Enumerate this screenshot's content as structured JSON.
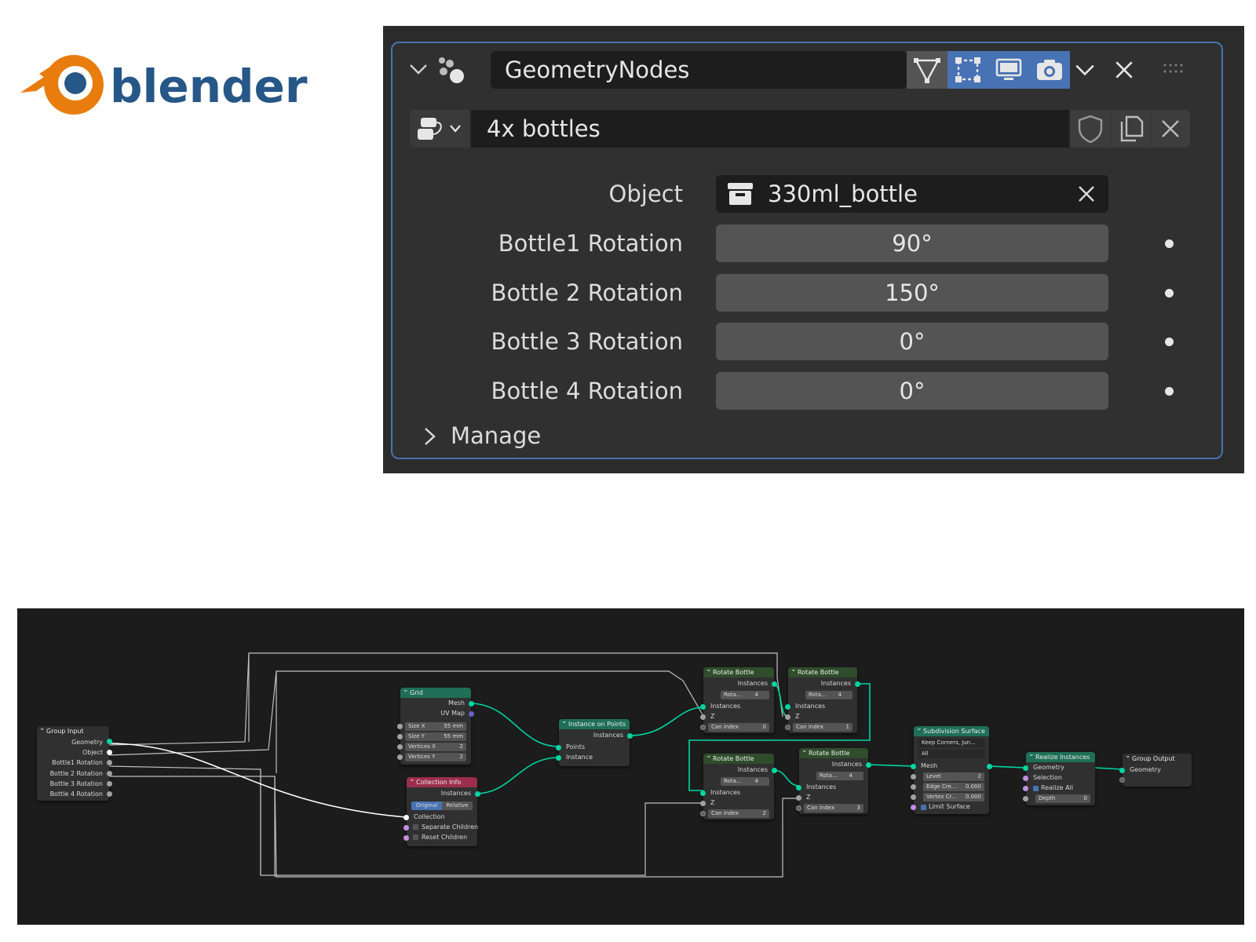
{
  "logo": {
    "text": "blender",
    "colors": {
      "orange": "#e87d0d",
      "blue": "#265787"
    }
  },
  "modifier": {
    "name": "GeometryNodes",
    "node_group": "4x bottles",
    "object_label": "Object",
    "object_value": "330ml_bottle",
    "properties": [
      {
        "label": "Bottle1 Rotation",
        "value": "90°"
      },
      {
        "label": "Bottle 2 Rotation",
        "value": "150°"
      },
      {
        "label": "Bottle 3 Rotation",
        "value": "0°"
      },
      {
        "label": "Bottle 4 Rotation",
        "value": "0°"
      }
    ],
    "manage_label": "Manage",
    "toolbar_icons": [
      "edit-mode-cage-icon",
      "edit-mode-icon",
      "viewport-display-icon",
      "render-icon",
      "chevron-down-icon",
      "close-icon",
      "drag-handle-icon"
    ],
    "colors": {
      "accent": "#4772b3",
      "panel": "#303030",
      "field": "#545454"
    }
  },
  "nodes": {
    "group_input": {
      "title": "Group Input",
      "outputs": [
        "Geometry",
        "Object",
        "Bottle1 Rotation",
        "Bottle 2 Rotation",
        "Bottle 3 Rotation",
        "Bottle 4 Rotation"
      ]
    },
    "grid": {
      "title": "Grid",
      "outputs": [
        "Mesh",
        "UV Map"
      ],
      "fields": [
        {
          "label": "Size X",
          "value": "55 mm"
        },
        {
          "label": "Size Y",
          "value": "55 mm"
        },
        {
          "label": "Vertices X",
          "value": "2"
        },
        {
          "label": "Vertices Y",
          "value": "2"
        }
      ]
    },
    "collection_info": {
      "title": "Collection Info",
      "output": "Instances",
      "toggle": [
        "Original",
        "Relative"
      ],
      "inputs": [
        "Collection",
        "Separate Children",
        "Reset Children"
      ]
    },
    "instance_on_points": {
      "title": "Instance on Points",
      "output": "Instances",
      "inputs": [
        "Points",
        "Instance"
      ]
    },
    "rotate_bottles": [
      {
        "title": "Rotate Bottle",
        "output": "Instances",
        "group_name": "Rota...",
        "users": "4",
        "inputs": [
          "Instances",
          "Z"
        ],
        "can_label": "Can index",
        "can_value": "0"
      },
      {
        "title": "Rotate Bottle",
        "output": "Instances",
        "group_name": "Rota...",
        "users": "4",
        "inputs": [
          "Instances",
          "Z"
        ],
        "can_label": "Can index",
        "can_value": "1"
      },
      {
        "title": "Rotate Bottle",
        "output": "Instances",
        "group_name": "Rota...",
        "users": "4",
        "inputs": [
          "Instances",
          "Z"
        ],
        "can_label": "Can index",
        "can_value": "2"
      },
      {
        "title": "Rotate Bottle",
        "output": "Instances",
        "group_name": "Rota...",
        "users": "4",
        "inputs": [
          "Instances",
          "Z"
        ],
        "can_label": "Can index",
        "can_value": "3"
      }
    ],
    "subdivision_surface": {
      "title": "Subdivision Surface",
      "dropdown1": "Keep Corners, Jun...",
      "dropdown2": "All",
      "input": "Mesh",
      "fields": [
        {
          "label": "Level",
          "value": "2"
        },
        {
          "label": "Edge Cre...",
          "value": "0.000"
        },
        {
          "label": "Vertex Cr...",
          "value": "0.000"
        }
      ],
      "checkbox": "Limit Surface"
    },
    "realize_instances": {
      "title": "Realize Instances",
      "inputs": [
        "Geometry",
        "Selection"
      ],
      "checkbox": "Realize All",
      "field": {
        "label": "Depth",
        "value": "0"
      }
    },
    "group_output": {
      "title": "Group Output",
      "input": "Geometry"
    }
  },
  "editor_colors": {
    "background": "#1c1c1c",
    "geometry_link": "#00d6a3",
    "object_link": "#ffffff",
    "float_link": "#a1a1a1"
  }
}
